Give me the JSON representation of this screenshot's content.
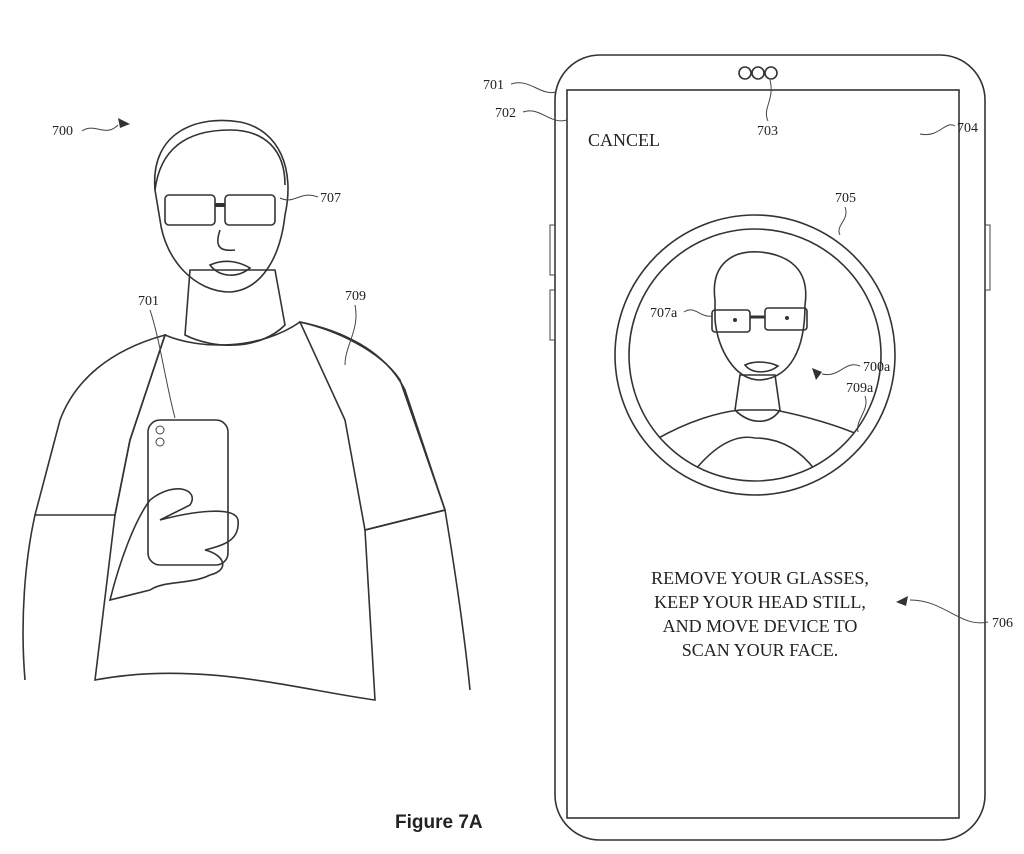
{
  "figure_caption": "Figure 7A",
  "screen": {
    "cancel_label": "CANCEL",
    "instructions": [
      "REMOVE YOUR GLASSES,",
      "KEEP YOUR HEAD STILL,",
      "AND MOVE DEVICE TO",
      "SCAN YOUR FACE."
    ]
  },
  "reference_labels": {
    "user": "700",
    "glasses": "707",
    "device_in_hand": "701",
    "shirt": "709",
    "device": "701",
    "display": "702",
    "camera": "703",
    "interface": "704",
    "preview_circle": "705",
    "preview_glasses": "707a",
    "preview_user": "700a",
    "preview_shirt": "709a",
    "instruction_text": "706"
  }
}
